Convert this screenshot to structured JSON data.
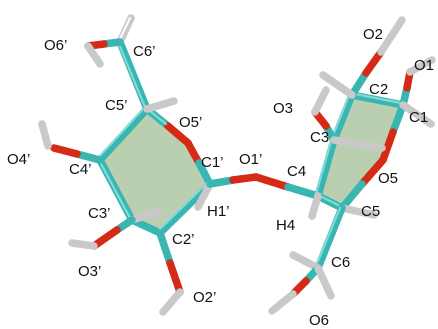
{
  "labels": {
    "O6p": "O6’",
    "C6p": "C6’",
    "C5p": "C5’",
    "O5p": "O5’",
    "O4p": "O4’",
    "C4p": "C4’",
    "C1p": "C1’",
    "O1p": "O1’",
    "H1p": "H1’",
    "C3p": "C3’",
    "C2p": "C2’",
    "O3p": "O3’",
    "O2p": "O2’",
    "O2": "O2",
    "O1": "O1",
    "C2": "C2",
    "O3": "O3",
    "C3": "C3",
    "C1": "C1",
    "C4": "C4",
    "O5": "O5",
    "H4": "H4",
    "C5": "C5",
    "C6": "C6",
    "O6": "O6"
  },
  "colors": {
    "carbon": "#39b5b2",
    "oxygen": "#d42a16",
    "hydrogen": "#c9c9c9",
    "ring": "#7fa870"
  }
}
